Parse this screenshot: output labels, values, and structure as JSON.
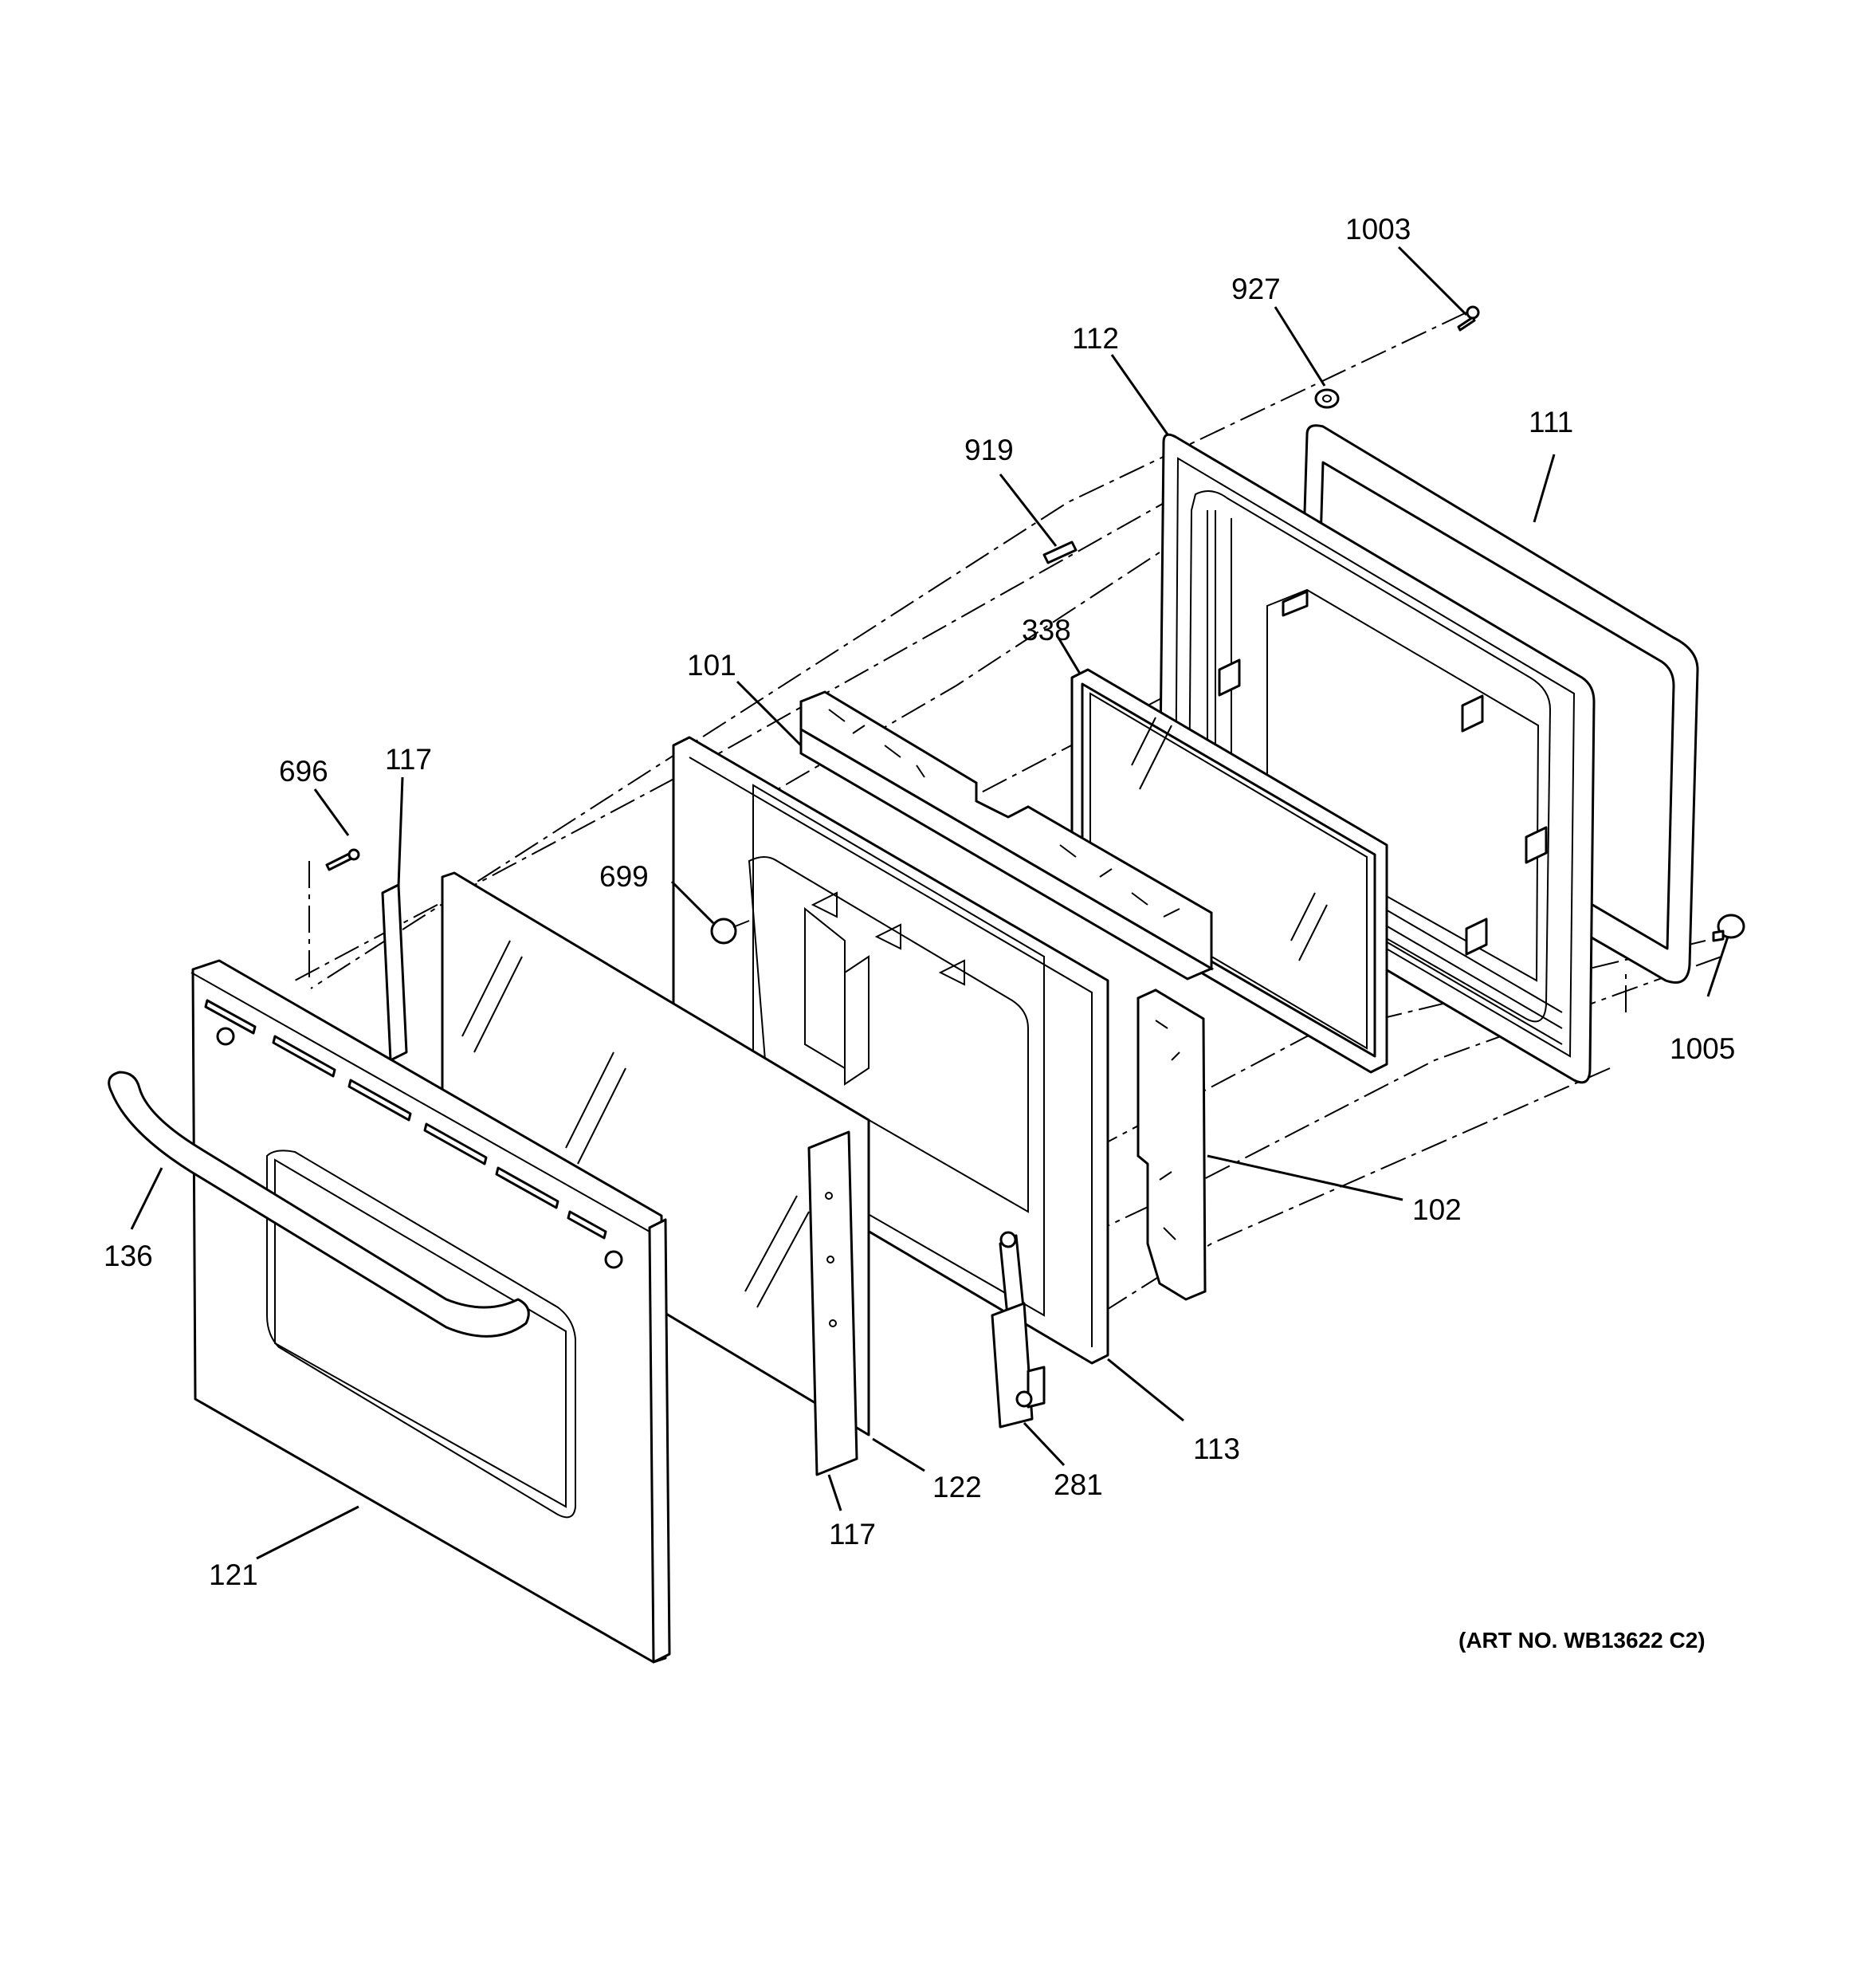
{
  "callouts": [
    {
      "id": "c1003",
      "text": "1003"
    },
    {
      "id": "c927",
      "text": "927"
    },
    {
      "id": "c112",
      "text": "112"
    },
    {
      "id": "c111",
      "text": "111"
    },
    {
      "id": "c919",
      "text": "919"
    },
    {
      "id": "c338",
      "text": "338"
    },
    {
      "id": "c101",
      "text": "101"
    },
    {
      "id": "c696",
      "text": "696"
    },
    {
      "id": "c117a",
      "text": "117"
    },
    {
      "id": "c699",
      "text": "699"
    },
    {
      "id": "c1005",
      "text": "1005"
    },
    {
      "id": "c102",
      "text": "102"
    },
    {
      "id": "c136",
      "text": "136"
    },
    {
      "id": "c113",
      "text": "113"
    },
    {
      "id": "c122",
      "text": "122"
    },
    {
      "id": "c281",
      "text": "281"
    },
    {
      "id": "c117b",
      "text": "117"
    },
    {
      "id": "c121",
      "text": "121"
    }
  ],
  "art_number": "(ART NO. WB13622 C2)"
}
